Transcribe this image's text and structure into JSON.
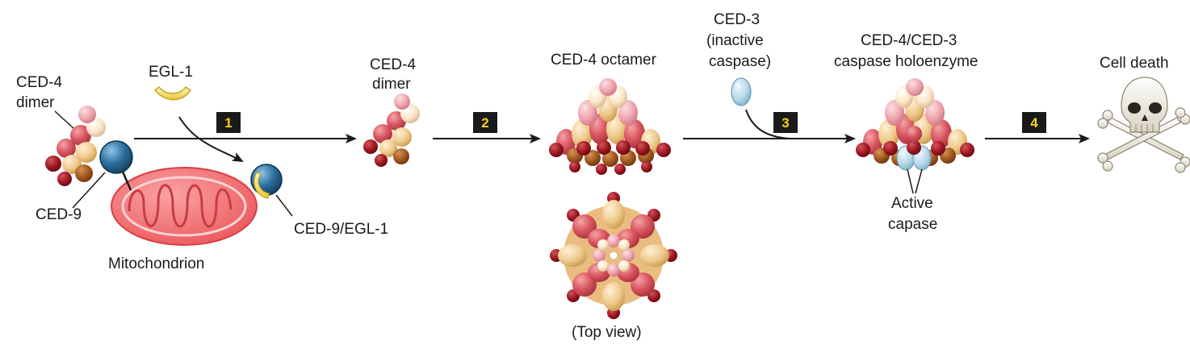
{
  "labels": {
    "ced4_dimer_left_1": "CED-4",
    "ced4_dimer_left_2": "dimer",
    "egl1": "EGL-1",
    "ced9": "CED-9",
    "mitochondrion": "Mitochondrion",
    "ced9_egl1": "CED-9/EGL-1",
    "ced4_dimer_mid_1": "CED-4",
    "ced4_dimer_mid_2": "dimer",
    "ced4_octamer": "CED-4 octamer",
    "top_view": "(Top view)",
    "ced3_1": "CED-3",
    "ced3_2": "(inactive",
    "ced3_3": "caspase)",
    "holo_1": "CED-4/CED-3",
    "holo_2": "caspase holoenzyme",
    "active_1": "Active",
    "active_2": "capase",
    "cell_death": "Cell death"
  },
  "steps": [
    "1",
    "2",
    "3",
    "4"
  ],
  "colors": {
    "red": "#d85560",
    "pink": "#eea3ad",
    "tan": "#eec98a",
    "brown": "#a0561e",
    "dark_red": "#9e1620",
    "blue": "#2b6e9b",
    "light_blue": "#b7d9ea",
    "egl1_yellow": "#f6e07c",
    "mito_red": "#f26a6c",
    "step_box": "#1a1a1a",
    "step_text": "#f2d21a"
  }
}
